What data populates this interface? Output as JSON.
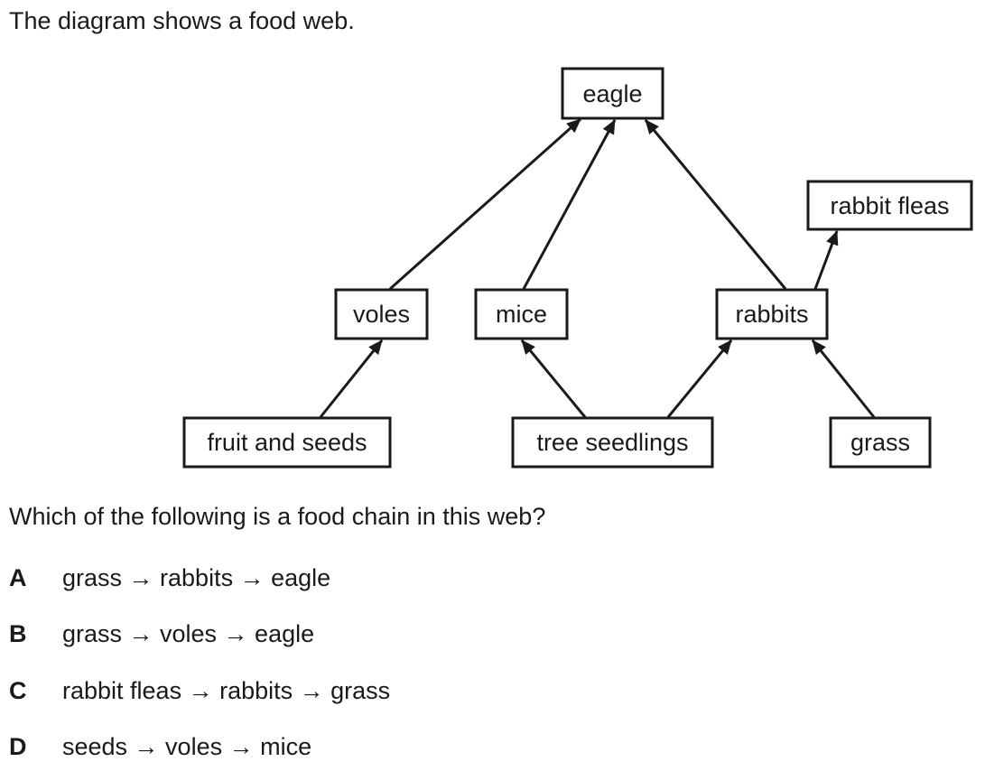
{
  "intro_text": "The diagram shows a food web.",
  "diagram": {
    "nodes": {
      "eagle": "eagle",
      "rabbit_fleas": "rabbit fleas",
      "voles": "voles",
      "mice": "mice",
      "rabbits": "rabbits",
      "fruit_and_seeds": "fruit and seeds",
      "tree_seedlings": "tree seedlings",
      "grass": "grass"
    },
    "edges": [
      {
        "from": "fruit and seeds",
        "to": "voles"
      },
      {
        "from": "tree seedlings",
        "to": "mice"
      },
      {
        "from": "tree seedlings",
        "to": "rabbits"
      },
      {
        "from": "grass",
        "to": "rabbits"
      },
      {
        "from": "voles",
        "to": "eagle"
      },
      {
        "from": "mice",
        "to": "eagle"
      },
      {
        "from": "rabbits",
        "to": "eagle"
      },
      {
        "from": "rabbits",
        "to": "rabbit fleas"
      }
    ]
  },
  "question": "Which of the following is a food chain in this web?",
  "options": [
    {
      "letter": "A",
      "text": "grass → rabbits → eagle"
    },
    {
      "letter": "B",
      "text": "grass → voles → eagle"
    },
    {
      "letter": "C",
      "text": "rabbit fleas → rabbits → grass"
    },
    {
      "letter": "D",
      "text": "seeds → voles → mice"
    }
  ]
}
